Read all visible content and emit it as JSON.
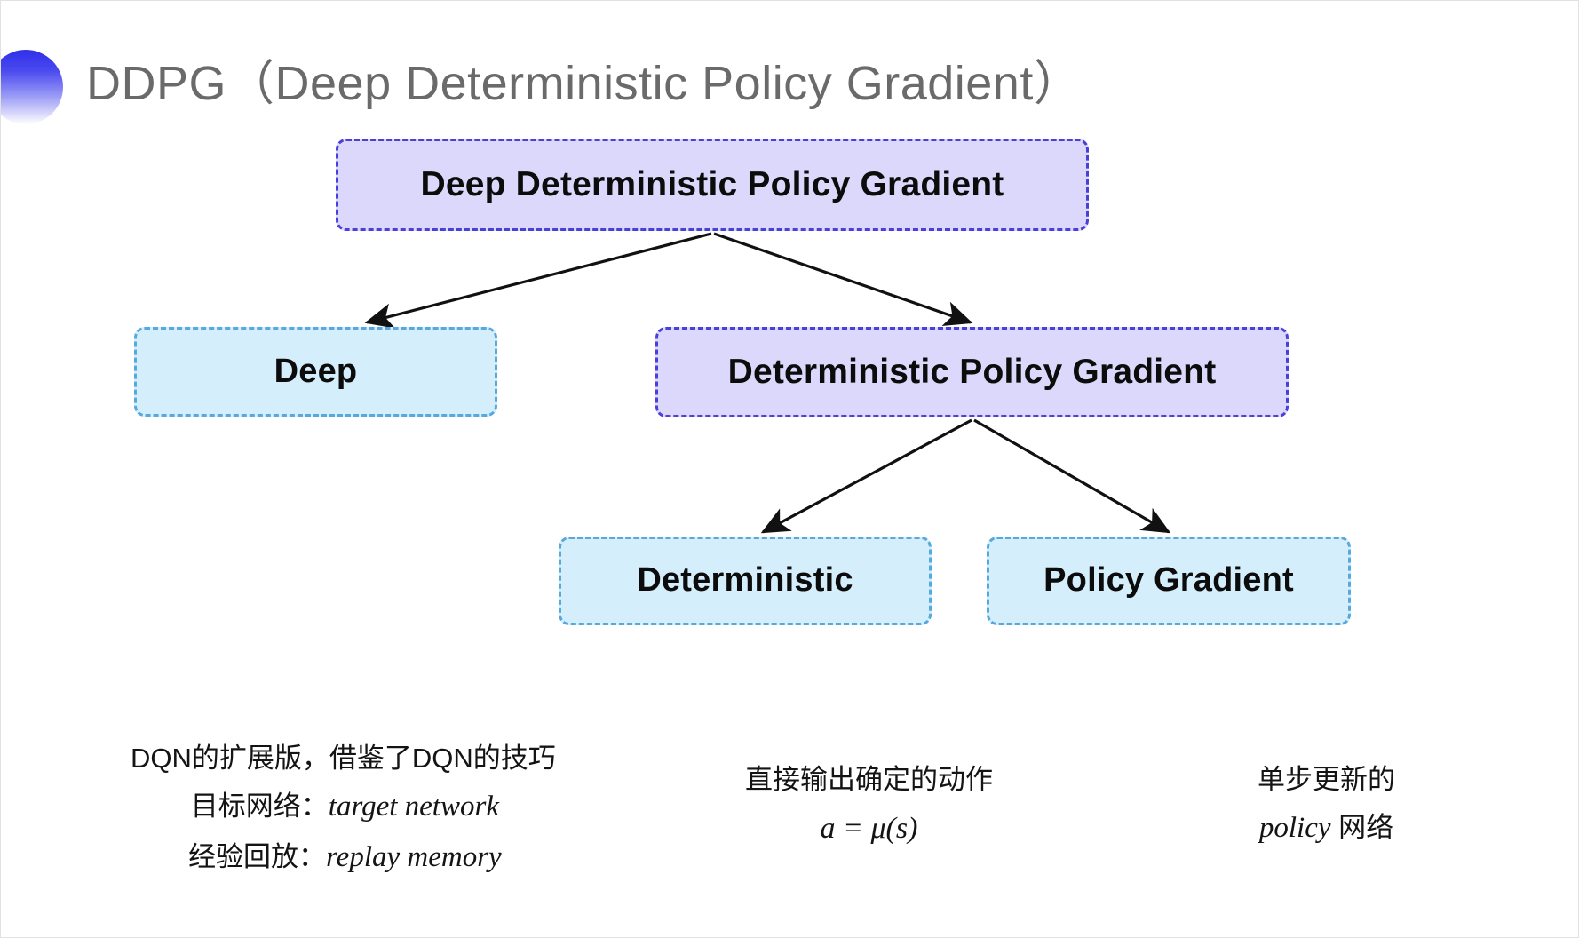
{
  "slide": {
    "title": "DDPG（Deep Deterministic Policy Gradient）",
    "bullet_icon": "gradient-circle-bullet",
    "background_color": "#ffffff",
    "title_color": "#6a6a6a",
    "accent_color": "#2f2fe8"
  },
  "diagram": {
    "type": "tree",
    "nodes": [
      {
        "id": "root",
        "label": "Deep Deterministic Policy Gradient",
        "style": "purple",
        "fill": "#dcd8fb",
        "border": "#4a3fd6"
      },
      {
        "id": "deep",
        "label": "Deep",
        "style": "cyan",
        "fill": "#d4eefb",
        "border": "#56a8dd"
      },
      {
        "id": "dpg",
        "label": "Deterministic Policy Gradient",
        "style": "purple",
        "fill": "#dcd8fb",
        "border": "#4a3fd6"
      },
      {
        "id": "deterministic",
        "label": "Deterministic",
        "style": "cyan",
        "fill": "#d4eefb",
        "border": "#56a8dd"
      },
      {
        "id": "policy_gradient",
        "label": "Policy Gradient",
        "style": "cyan",
        "fill": "#d4eefb",
        "border": "#56a8dd"
      }
    ],
    "edges": [
      {
        "from": "root",
        "to": "deep"
      },
      {
        "from": "root",
        "to": "dpg"
      },
      {
        "from": "dpg",
        "to": "deterministic"
      },
      {
        "from": "dpg",
        "to": "policy_gradient"
      }
    ],
    "edge_color": "#111111"
  },
  "annotations": {
    "deep": {
      "line1": "DQN的扩展版，借鉴了DQN的技巧",
      "line2_label": "目标网络：",
      "line2_term": "target network",
      "line3_label": "经验回放：",
      "line3_term": "replay memory"
    },
    "deterministic": {
      "line1": "直接输出确定的动作",
      "formula": "a = μ(s)"
    },
    "policy_gradient": {
      "line1": "单步更新的",
      "line2_term": "policy",
      "line2_label": " 网络"
    }
  }
}
